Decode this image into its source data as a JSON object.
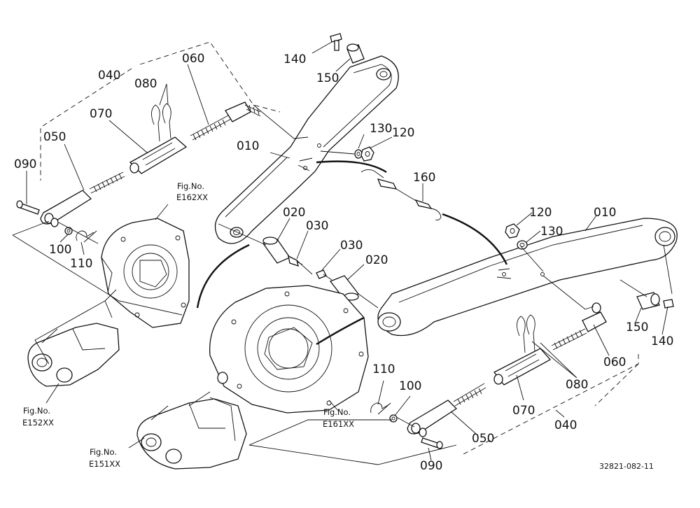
{
  "callouts": {
    "c140_top": "140",
    "c150_top": "150",
    "c040_left": "040",
    "c060_left": "060",
    "c080_left": "080",
    "c070_left": "070",
    "c050_left": "050",
    "c090_left": "090",
    "c010_left": "010",
    "c130_top": "130",
    "c120_top": "120",
    "c160": "160",
    "c020_left": "020",
    "c030_left": "030",
    "c100_left": "100",
    "c110_left": "110",
    "c030_mid": "030",
    "c020_mid": "020",
    "c120_right": "120",
    "c130_right": "130",
    "c010_right": "010",
    "c150_right": "150",
    "c140_right": "140",
    "c060_right": "060",
    "c080_right": "080",
    "c070_right": "070",
    "c040_right": "040",
    "c110_right": "110",
    "c100_right": "100",
    "c050_right": "050",
    "c090_right": "090"
  },
  "figure_refs": {
    "e162_label": "Fig.No.",
    "e162_code": "E162XX",
    "e152_label": "Fig.No.",
    "e152_code": "E152XX",
    "e161_label": "Fig.No.",
    "e161_code": "E161XX",
    "e151_label": "Fig.No.",
    "e151_code": "E151XX"
  },
  "drawing_code": "32821-082-11"
}
